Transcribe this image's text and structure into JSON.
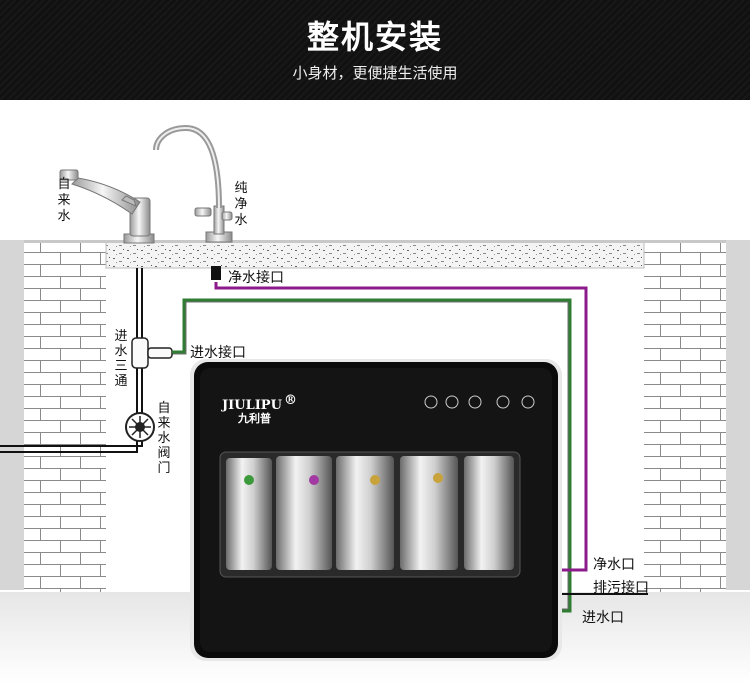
{
  "header": {
    "title": "整机安装",
    "subtitle": "小身材，更便捷生活使用"
  },
  "labels": {
    "tap_water": "自来水",
    "pure_water": "纯净水",
    "inlet_tee": "进水三通",
    "tap_valve": "自来水阀门",
    "pure_water_port": "净水接口",
    "inlet_port": "进水接口",
    "pure_water_outlet": "净水口",
    "drain_port": "排污接口",
    "inlet_outlet": "进水口"
  },
  "device": {
    "brand": "JIULIPU",
    "brand_mark": "®",
    "brand_cn": "九利普"
  },
  "colors": {
    "pure_water_pipe": "#8b1a8b",
    "inlet_pipe": "#2f7d32",
    "drain_pipe": "#111111",
    "wall": "#dcdcdc"
  }
}
